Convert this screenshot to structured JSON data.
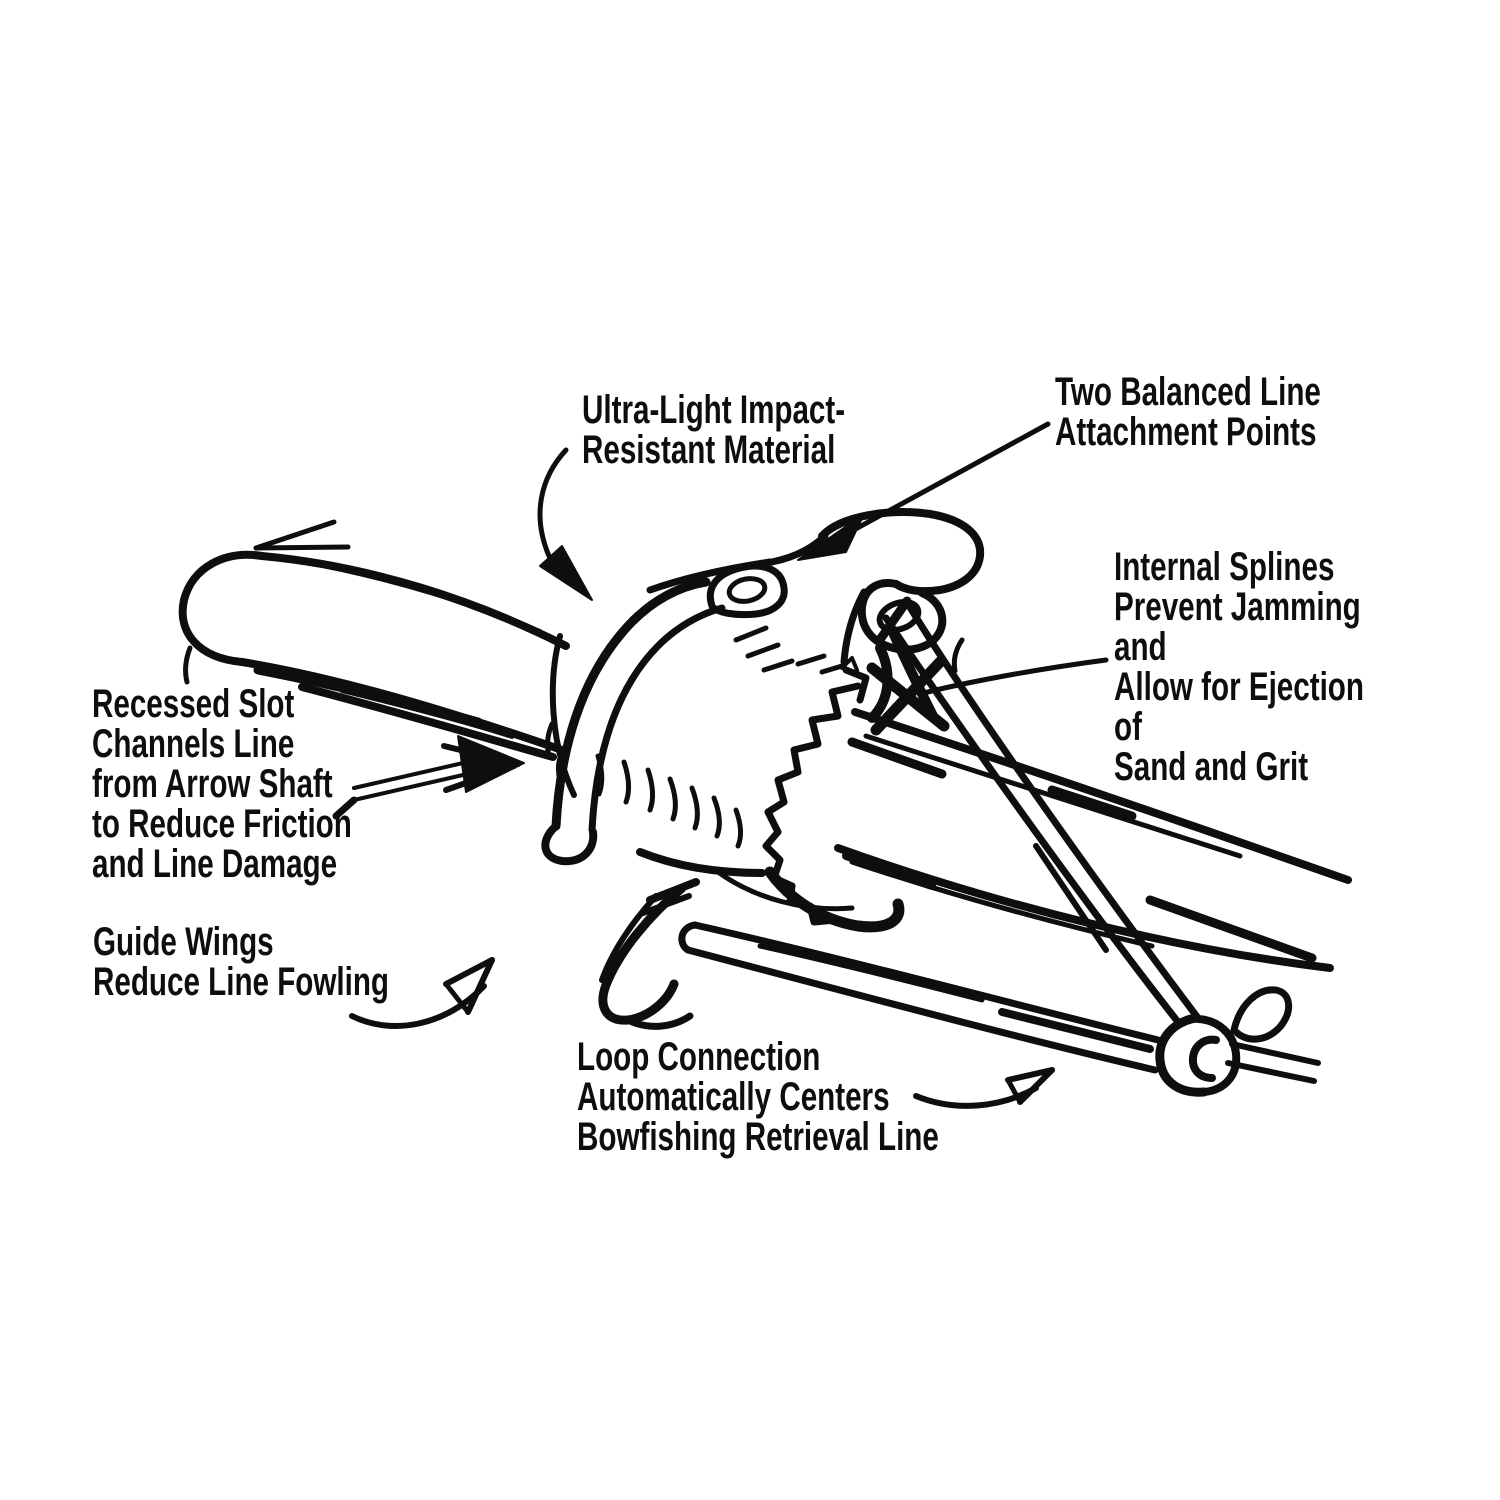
{
  "theme": {
    "bg": "#ffffff",
    "ink": "#0e0e0e"
  },
  "labels": {
    "ultra_light": {
      "text": "Ultra-Light Impact-\nResistant Material"
    },
    "two_balanced": {
      "text": "Two Balanced Line\nAttachment Points"
    },
    "internal_splines": {
      "text": "Internal Splines\nPrevent Jamming and\nAllow for Ejection of\nSand and Grit"
    },
    "recessed_slot": {
      "text": "Recessed Slot\nChannels Line\nfrom Arrow Shaft\nto Reduce Friction\nand Line Damage"
    },
    "guide_wings": {
      "text": "Guide Wings\nReduce Line Fowling"
    },
    "loop_connection": {
      "text": "Loop Connection\nAutomatically Centers\nBowfishing Retrieval Line"
    }
  }
}
